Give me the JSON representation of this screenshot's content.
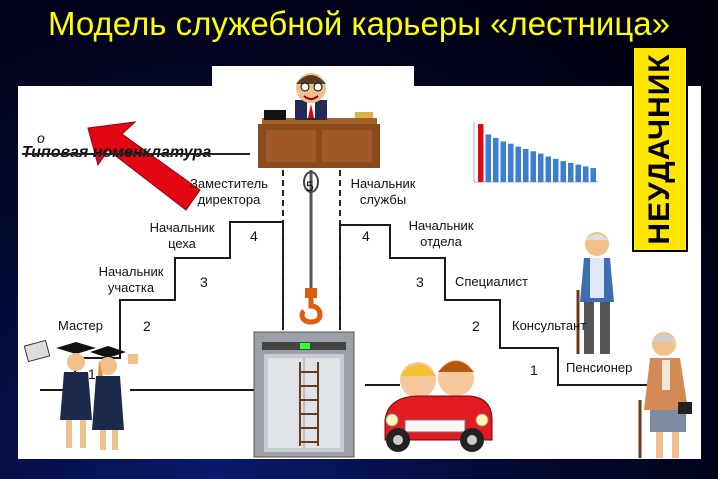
{
  "title": "Модель служебной карьеры «лестница»",
  "badge": "НЕУДАЧНИК",
  "nomenclature": {
    "letter": "о",
    "text": "Типовая номенклатура"
  },
  "left_steps": [
    {
      "label": "Мастер",
      "number": "1"
    },
    {
      "label": "Начальник\nучастка",
      "number": "2"
    },
    {
      "label": "Начальник\nцеха",
      "number": "3"
    },
    {
      "label": "Заместитель\nдиректора",
      "number": "4"
    }
  ],
  "right_steps": [
    {
      "label": "Пенсионер",
      "number": "1"
    },
    {
      "label": "Консультант",
      "number": "2"
    },
    {
      "label": "Специалист",
      "number": "3"
    },
    {
      "label": "Начальник\nотдела",
      "number": "4"
    },
    {
      "label": "Начальник\nслужбы",
      "number": ""
    }
  ],
  "top_number": "5",
  "colors": {
    "title": "#ffff00",
    "badge": "#ffe600",
    "arrow": "#e30613",
    "bars": "#3b7fd1",
    "bar_highlight": "#e30613"
  },
  "bar_chart_values": [
    100,
    82,
    76,
    70,
    66,
    61,
    57,
    53,
    49,
    44,
    40,
    36,
    33,
    30,
    27,
    24
  ],
  "icons": [
    "red-arrow-icon",
    "director-desk-icon",
    "crane-hook-icon",
    "elevator-icon",
    "bar-chart-icon",
    "graduates-icon",
    "kids-car-icon",
    "old-man-icon",
    "old-woman-icon"
  ]
}
